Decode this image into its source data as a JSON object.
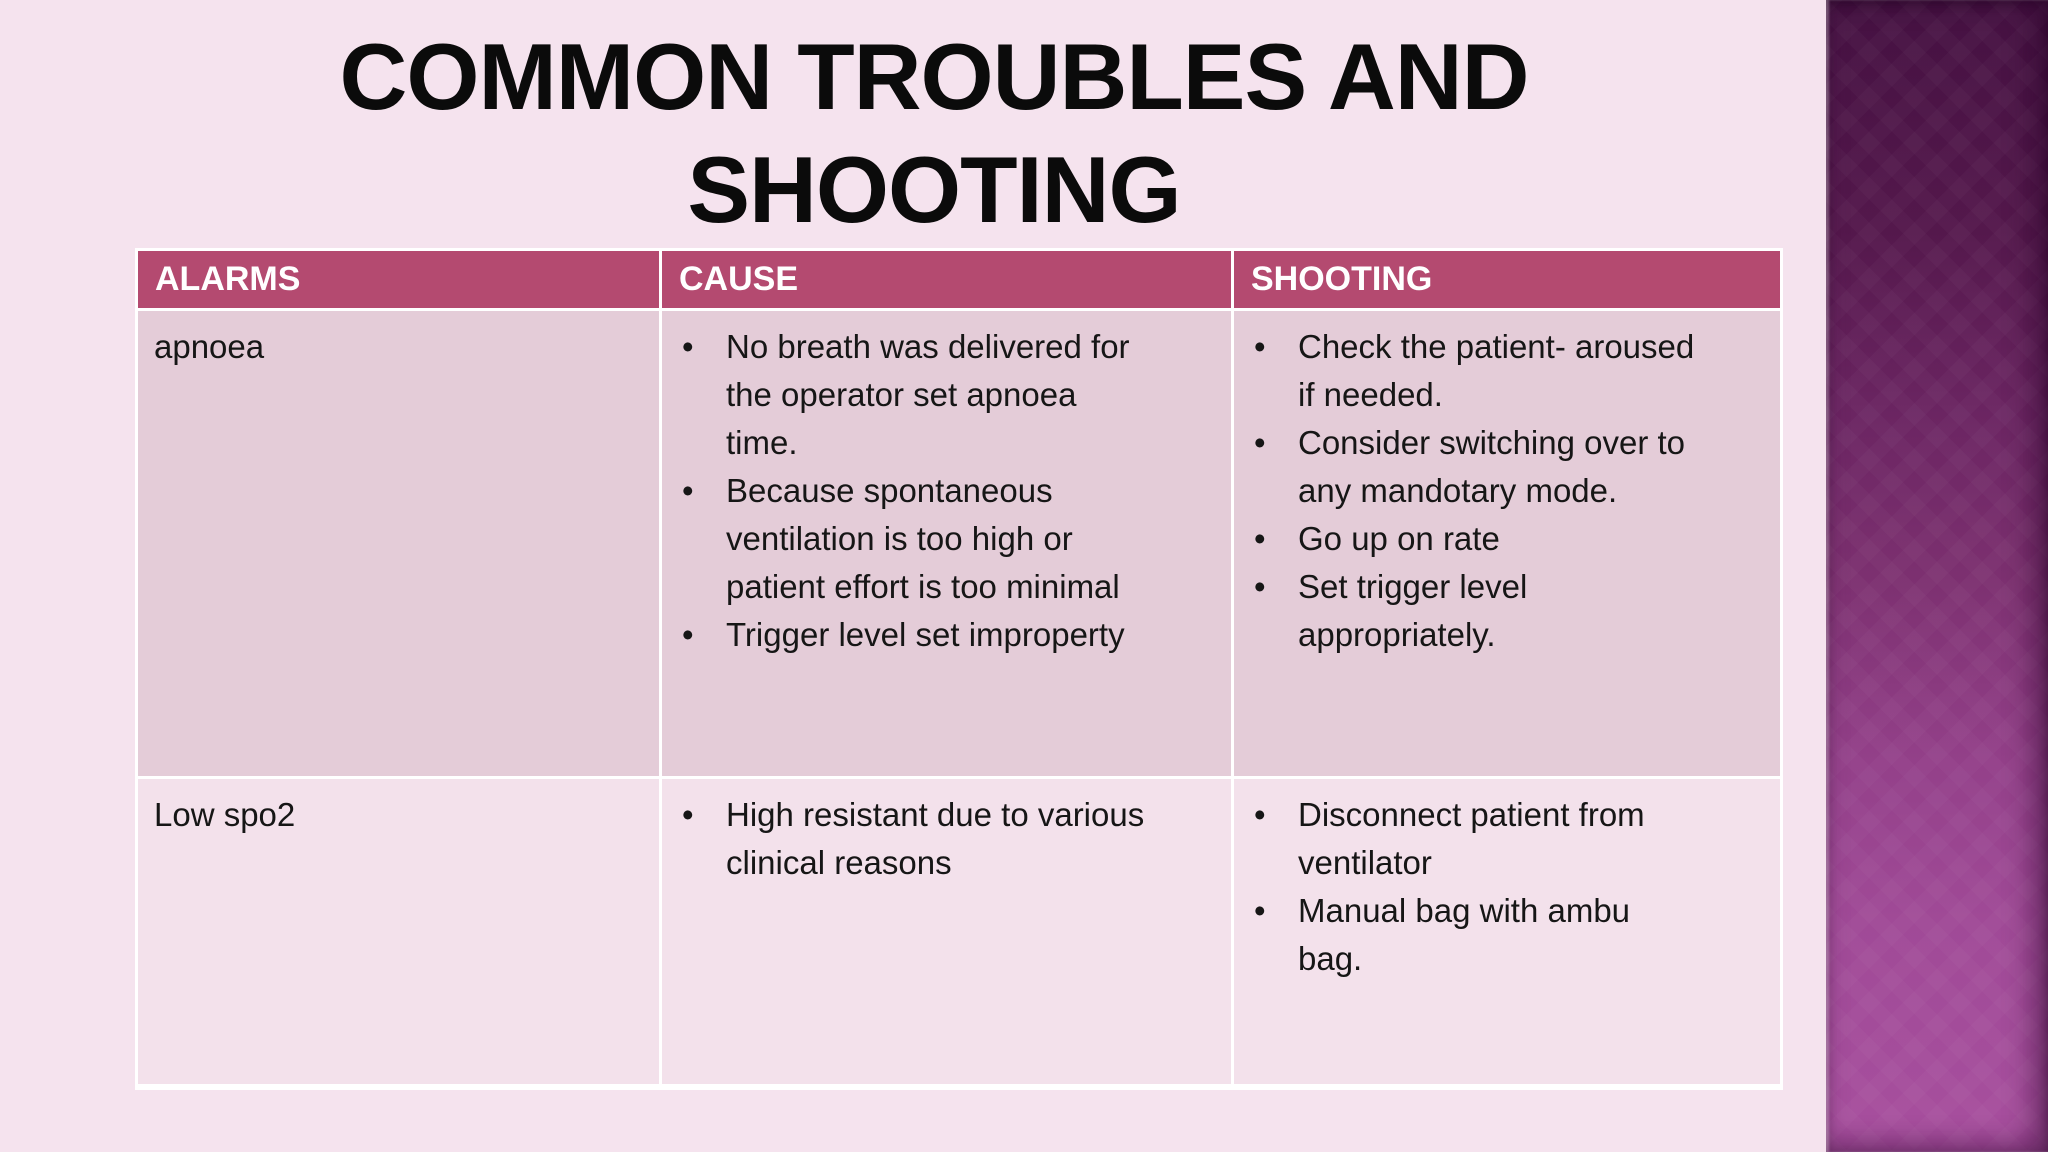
{
  "slide": {
    "title": "COMMON TROUBLES AND\nSHOOTING",
    "table": {
      "headers": [
        "ALARMS",
        "CAUSE",
        "SHOOTING"
      ],
      "rows": [
        {
          "alarm": "apnoea",
          "cause": [
            "No breath was delivered for\nthe operator set apnoea\ntime.",
            "Because spontaneous\nventilation is too high or\npatient effort is too minimal",
            "Trigger level set improperty"
          ],
          "shooting": [
            "Check the patient- aroused\nif needed.",
            "Consider switching over to\nany mandotary mode.",
            "Go up on rate",
            "Set trigger level\nappropriately."
          ]
        },
        {
          "alarm": "Low spo2",
          "cause": [
            "High resistant due to various\nclinical reasons"
          ],
          "shooting": [
            "Disconnect patient from\nventilator",
            "Manual bag with ambu\nbag."
          ]
        }
      ]
    },
    "colors": {
      "page_bg": "#f5e3ee",
      "header_bg": "#b44a70",
      "row1_bg": "#e4ccd8",
      "row2_bg": "#f3e1eb",
      "table_border": "#ffffff",
      "body_text": "#161616",
      "header_text": "#ffffff",
      "sidebar_top": "#451142",
      "sidebar_bottom": "#a74f9e"
    }
  }
}
